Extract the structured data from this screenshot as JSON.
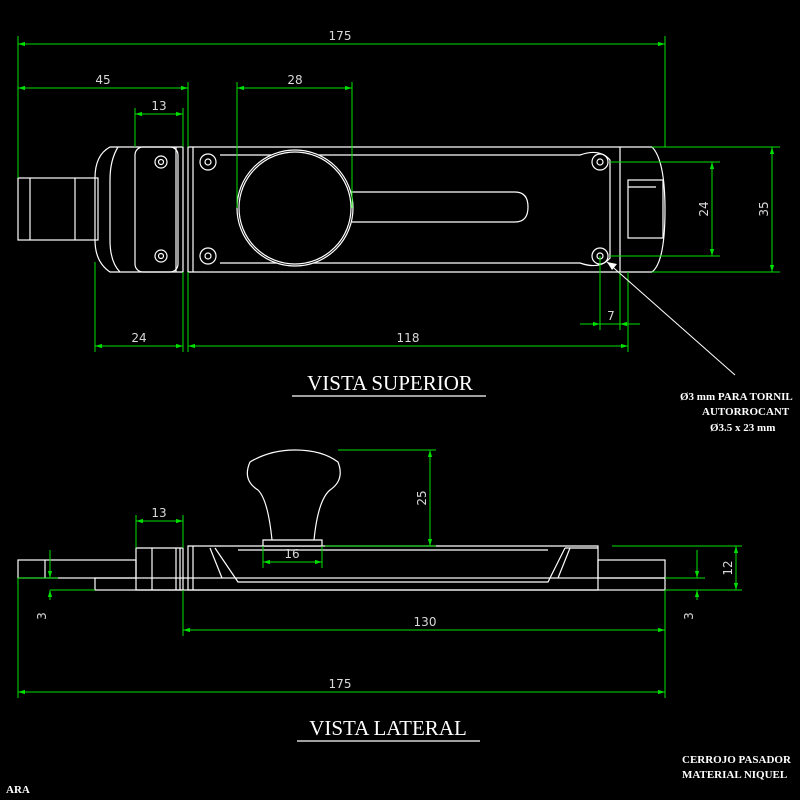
{
  "views": {
    "top": {
      "title": "VISTA SUPERIOR",
      "dims": {
        "overall": "175",
        "left_part": "45",
        "bracket_width": "13",
        "knob_diameter": "28",
        "slot_height": "24",
        "plate_height": "35",
        "bracket_bottom": "24",
        "plate_length": "118",
        "hole_offset": "7"
      },
      "screw_note": {
        "line1": "Ø3 mm PARA TORNIL",
        "line2": "AUTORROCANT",
        "line3": "Ø3.5 x 23 mm"
      }
    },
    "side": {
      "title": "VISTA LATERAL",
      "dims": {
        "bracket_width": "13",
        "knob_height": "25",
        "knob_neck": "16",
        "height_right": "12",
        "thickness_left": "3",
        "thickness_right": "3",
        "plate_length": "130",
        "overall": "175"
      }
    }
  },
  "footer": {
    "line1": "CERROJO PASADOR",
    "line2": "MATERIAL NIQUEL",
    "left_fragment": "ARA"
  }
}
